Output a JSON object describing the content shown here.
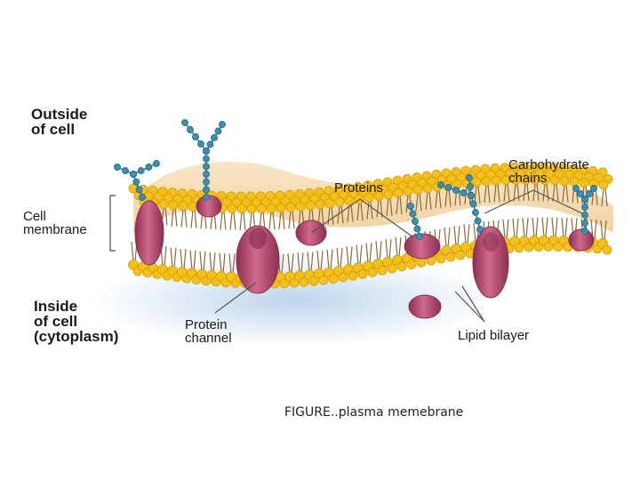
{
  "labels": {
    "outside_cell": [
      "Outside",
      "of cell"
    ],
    "cell_membrane": [
      "Cell",
      "membrane"
    ],
    "inside_cell": [
      "Inside",
      "of cell",
      "(cytoplasm)"
    ],
    "proteins": "Proteins",
    "carbohydrate_chains": [
      "Carbohydrate",
      "chains"
    ],
    "protein_channel": [
      "Protein",
      "channel"
    ],
    "lipid_bilayer": "Lipid bilayer"
  },
  "caption": "FIGURE..plasma memebrane",
  "colors": {
    "background": "#ffffff",
    "cytoplasm_glow": "#b9d3ea",
    "membrane_top": "#f4ddb6",
    "membrane_core": "#fbe7a6",
    "lipid_head": "#f4c01a",
    "lipid_head_edge": "#d39a05",
    "lipid_tail": "#8a6a3a",
    "protein": "#c0567a",
    "protein_dark": "#8c2f52",
    "carbohydrate": "#3a90b0",
    "leader_line": "#555555"
  }
}
